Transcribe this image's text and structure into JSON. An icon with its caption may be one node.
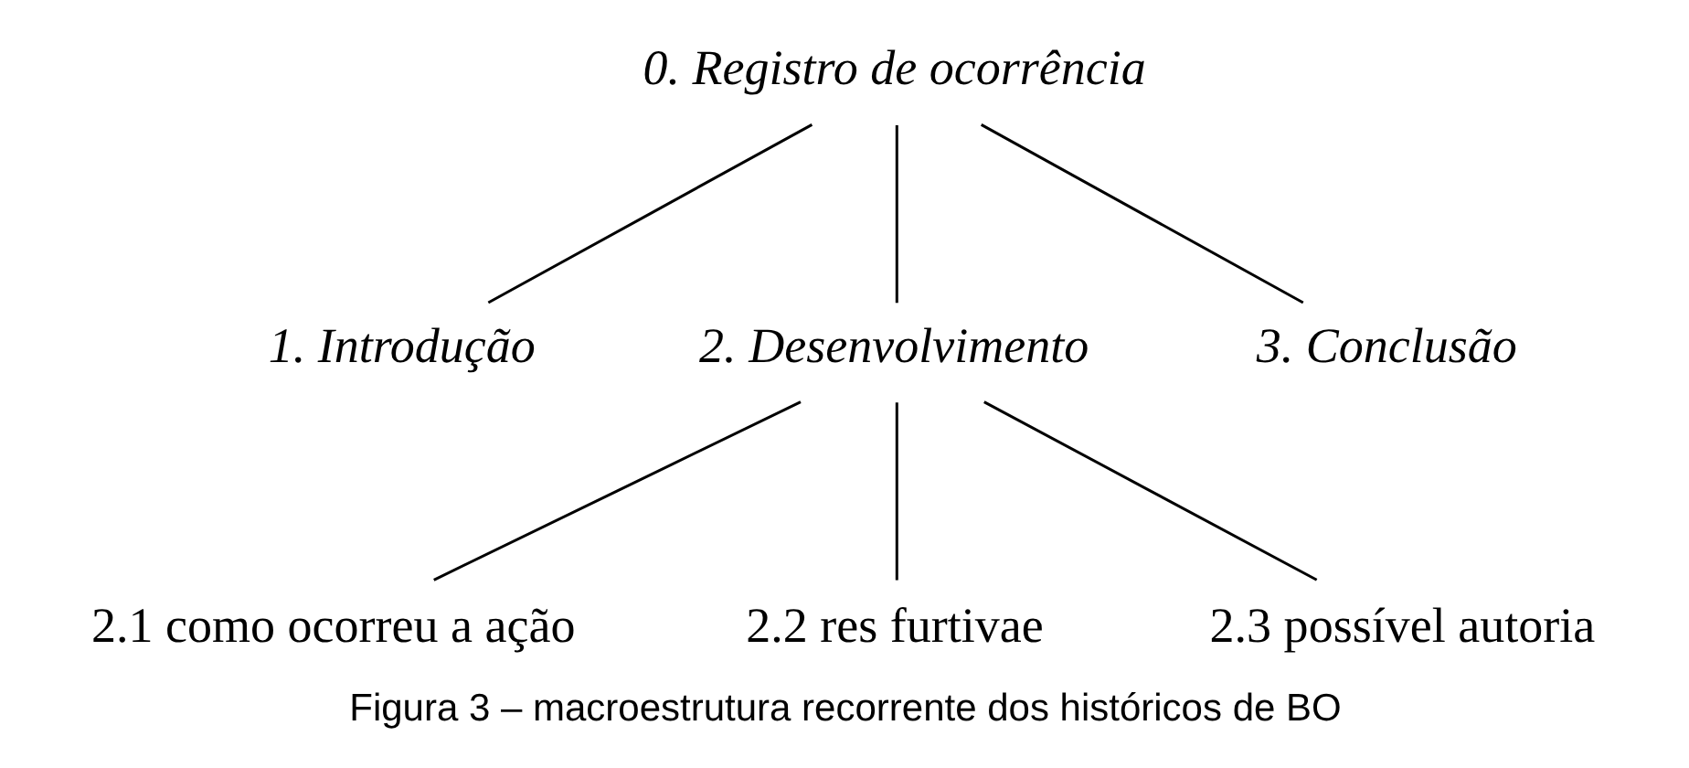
{
  "diagram": {
    "caption": "Figura 3 – macroestrutura recorrente dos históricos de BO",
    "nodes": [
      {
        "text": [
          "0. Registro de ocorrência"
        ]
      },
      {
        "text": [
          "1. Introdução"
        ]
      },
      {
        "text": [
          "2. Desenvolvimento"
        ]
      },
      {
        "text": [
          "3. Conclusão"
        ]
      },
      {
        "text": [
          "2.1 como ocorreu a ação"
        ]
      },
      {
        "text": [
          "2.2 res furtivae"
        ]
      },
      {
        "text": [
          "2.3 possível autoria"
        ]
      }
    ],
    "edges": [
      {
        "from": 0,
        "to": 1,
        "arrow": "none"
      },
      {
        "from": 0,
        "to": 2,
        "arrow": "none"
      },
      {
        "from": 0,
        "to": 3,
        "arrow": "none"
      },
      {
        "from": 2,
        "to": 4,
        "arrow": "none"
      },
      {
        "from": 2,
        "to": 5,
        "arrow": "none"
      },
      {
        "from": 2,
        "to": 6,
        "arrow": "none"
      }
    ]
  }
}
